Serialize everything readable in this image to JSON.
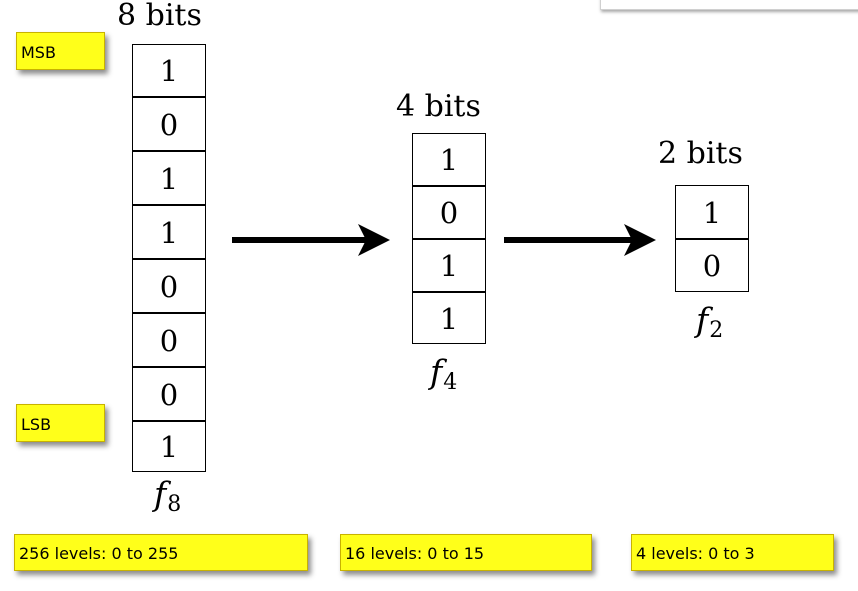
{
  "stacks": [
    {
      "title": "8 bits",
      "bits": [
        "1",
        "0",
        "1",
        "1",
        "0",
        "0",
        "0",
        "1"
      ],
      "fn": "f",
      "sub": "8"
    },
    {
      "title": "4 bits",
      "bits": [
        "1",
        "0",
        "1",
        "1"
      ],
      "fn": "f",
      "sub": "4"
    },
    {
      "title": "2 bits",
      "bits": [
        "1",
        "0"
      ],
      "fn": "f",
      "sub": "2"
    }
  ],
  "labels": {
    "msb": "MSB",
    "lsb": "LSB"
  },
  "levels": [
    "256 levels: 0 to 255",
    "16 levels: 0 to 15",
    "4 levels: 0 to 3"
  ],
  "colors": {
    "tag": "#ffff1a",
    "ink": "#000000"
  }
}
